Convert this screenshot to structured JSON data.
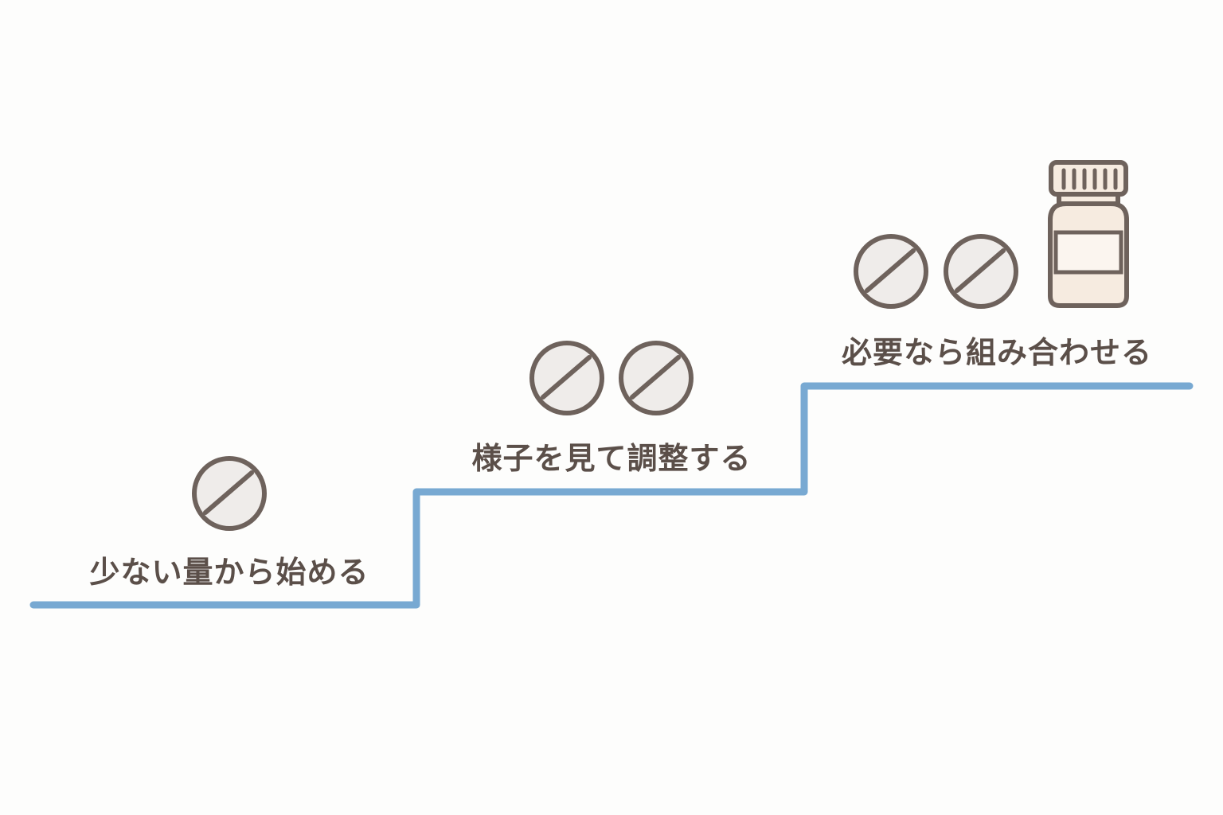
{
  "colors": {
    "background": "#fdfdfc",
    "stair_line": "#78a9d2",
    "icon_stroke": "#6e625c",
    "pill_fill": "#efecea",
    "bottle_fill": "#f6ebe0",
    "text": "#5b4f49"
  },
  "steps": [
    {
      "label": "少ない量から始める",
      "pill_count": 1,
      "icons": [
        "pill-icon"
      ]
    },
    {
      "label": "様子を見て調整する",
      "pill_count": 2,
      "icons": [
        "pill-icon",
        "pill-icon"
      ]
    },
    {
      "label": "必要なら組み合わせる",
      "pill_count": 2,
      "icons": [
        "pill-icon",
        "pill-icon",
        "medicine-bottle-icon"
      ]
    }
  ]
}
